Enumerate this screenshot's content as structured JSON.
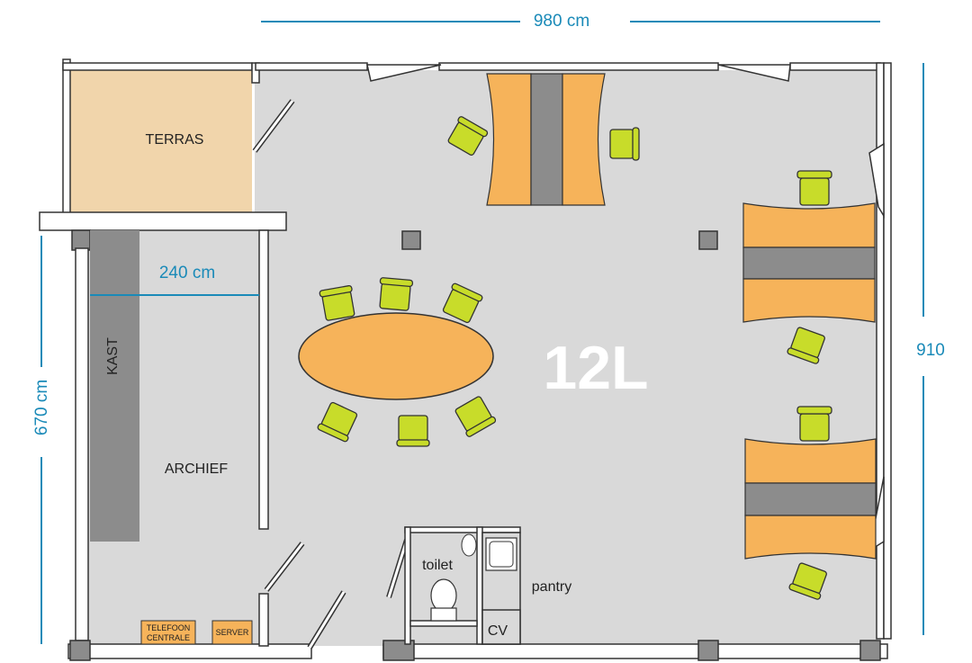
{
  "dimensions": {
    "top_width": "980 cm",
    "right_height": "910",
    "left_height": "670 cm",
    "archive_width": "240 cm"
  },
  "rooms": {
    "terrace": "TERRAS",
    "archive": "ARCHIEF",
    "cabinet": "KAST",
    "toilet": "toilet",
    "pantry": "pantry",
    "cv": "CV",
    "main_room": "12L"
  },
  "equipment": {
    "phone_switchboard_line1": "TELEFOON",
    "phone_switchboard_line2": "CENTRALE",
    "server": "SERVER"
  },
  "colors": {
    "floor": "#d9d9d9",
    "terrace": "#f1d5ab",
    "desk": "#f6b35a",
    "chair": "#c8dc2a",
    "partition": "#8c8c8c",
    "dimension": "#1a8ab8"
  }
}
